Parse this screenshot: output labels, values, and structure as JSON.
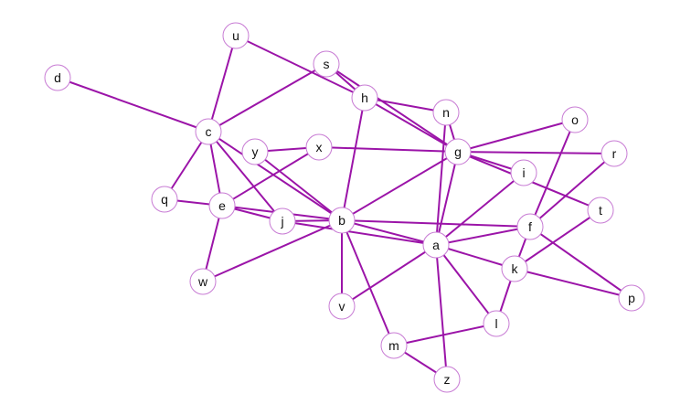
{
  "graph": {
    "edge_color": "#9b14a8",
    "node_fill": "#ffffff",
    "node_stroke": "#c87cd4",
    "label_color": "#111111",
    "nodes": [
      {
        "id": "a",
        "label": "a"
      },
      {
        "id": "b",
        "label": "b"
      },
      {
        "id": "c",
        "label": "c"
      },
      {
        "id": "d",
        "label": "d"
      },
      {
        "id": "e",
        "label": "e"
      },
      {
        "id": "f",
        "label": "f"
      },
      {
        "id": "g",
        "label": "g"
      },
      {
        "id": "h",
        "label": "h"
      },
      {
        "id": "i",
        "label": "i"
      },
      {
        "id": "j",
        "label": "j"
      },
      {
        "id": "k",
        "label": "k"
      },
      {
        "id": "l",
        "label": "l"
      },
      {
        "id": "m",
        "label": "m"
      },
      {
        "id": "n",
        "label": "n"
      },
      {
        "id": "o",
        "label": "o"
      },
      {
        "id": "p",
        "label": "p"
      },
      {
        "id": "q",
        "label": "q"
      },
      {
        "id": "r",
        "label": "r"
      },
      {
        "id": "s",
        "label": "s"
      },
      {
        "id": "t",
        "label": "t"
      },
      {
        "id": "u",
        "label": "u"
      },
      {
        "id": "v",
        "label": "v"
      },
      {
        "id": "w",
        "label": "w"
      },
      {
        "id": "x",
        "label": "x"
      },
      {
        "id": "y",
        "label": "y"
      },
      {
        "id": "z",
        "label": "z"
      }
    ],
    "edges": [
      [
        "d",
        "c"
      ],
      [
        "u",
        "c"
      ],
      [
        "u",
        "h"
      ],
      [
        "s",
        "c"
      ],
      [
        "s",
        "h"
      ],
      [
        "s",
        "g"
      ],
      [
        "h",
        "n"
      ],
      [
        "h",
        "g"
      ],
      [
        "h",
        "b"
      ],
      [
        "n",
        "g"
      ],
      [
        "n",
        "a"
      ],
      [
        "c",
        "q"
      ],
      [
        "c",
        "e"
      ],
      [
        "c",
        "j"
      ],
      [
        "c",
        "b"
      ],
      [
        "y",
        "x"
      ],
      [
        "y",
        "b"
      ],
      [
        "x",
        "g"
      ],
      [
        "x",
        "e"
      ],
      [
        "q",
        "e"
      ],
      [
        "e",
        "w"
      ],
      [
        "e",
        "b"
      ],
      [
        "e",
        "j"
      ],
      [
        "j",
        "b"
      ],
      [
        "j",
        "a"
      ],
      [
        "w",
        "b"
      ],
      [
        "g",
        "b"
      ],
      [
        "g",
        "a"
      ],
      [
        "g",
        "o"
      ],
      [
        "g",
        "r"
      ],
      [
        "g",
        "i"
      ],
      [
        "g",
        "t"
      ],
      [
        "b",
        "f"
      ],
      [
        "b",
        "a"
      ],
      [
        "b",
        "v"
      ],
      [
        "b",
        "m"
      ],
      [
        "i",
        "a"
      ],
      [
        "o",
        "f"
      ],
      [
        "r",
        "f"
      ],
      [
        "t",
        "k"
      ],
      [
        "a",
        "f"
      ],
      [
        "a",
        "k"
      ],
      [
        "a",
        "l"
      ],
      [
        "a",
        "z"
      ],
      [
        "a",
        "v"
      ],
      [
        "f",
        "k"
      ],
      [
        "f",
        "p"
      ],
      [
        "k",
        "p"
      ],
      [
        "k",
        "l"
      ],
      [
        "l",
        "m"
      ],
      [
        "m",
        "z"
      ]
    ]
  }
}
